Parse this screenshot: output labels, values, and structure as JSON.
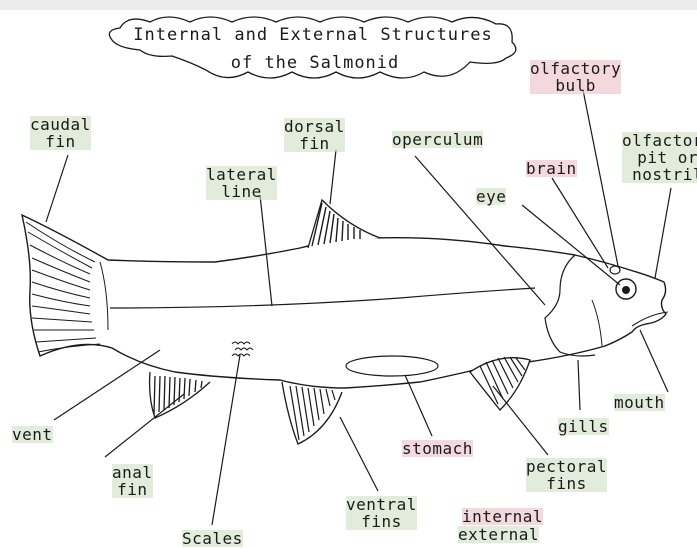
{
  "title": {
    "line1": "Internal and External Structures",
    "line2": "of the Salmonid"
  },
  "labels": {
    "caudal_fin": "caudal\nfin",
    "dorsal_fin": "dorsal\nfin",
    "lateral_line": "lateral\nline",
    "operculum": "operculum",
    "olfactory_bulb": "olfactory\nbulb",
    "olfactory_pit": "olfactory\npit or\nnostril",
    "brain": "brain",
    "eye": "eye",
    "mouth": "mouth",
    "gills": "gills",
    "stomach": "stomach",
    "pectoral_fins": "pectoral\nfins",
    "ventral_fins": "ventral\nfins",
    "anal_fin": "anal\nfin",
    "vent": "vent",
    "scales": "Scales"
  },
  "legend": {
    "internal": "internal",
    "external": "external"
  },
  "colors": {
    "external_highlight": "#c8dcbe",
    "internal_highlight": "#ecc4cc",
    "ink": "#1a1a1a"
  }
}
